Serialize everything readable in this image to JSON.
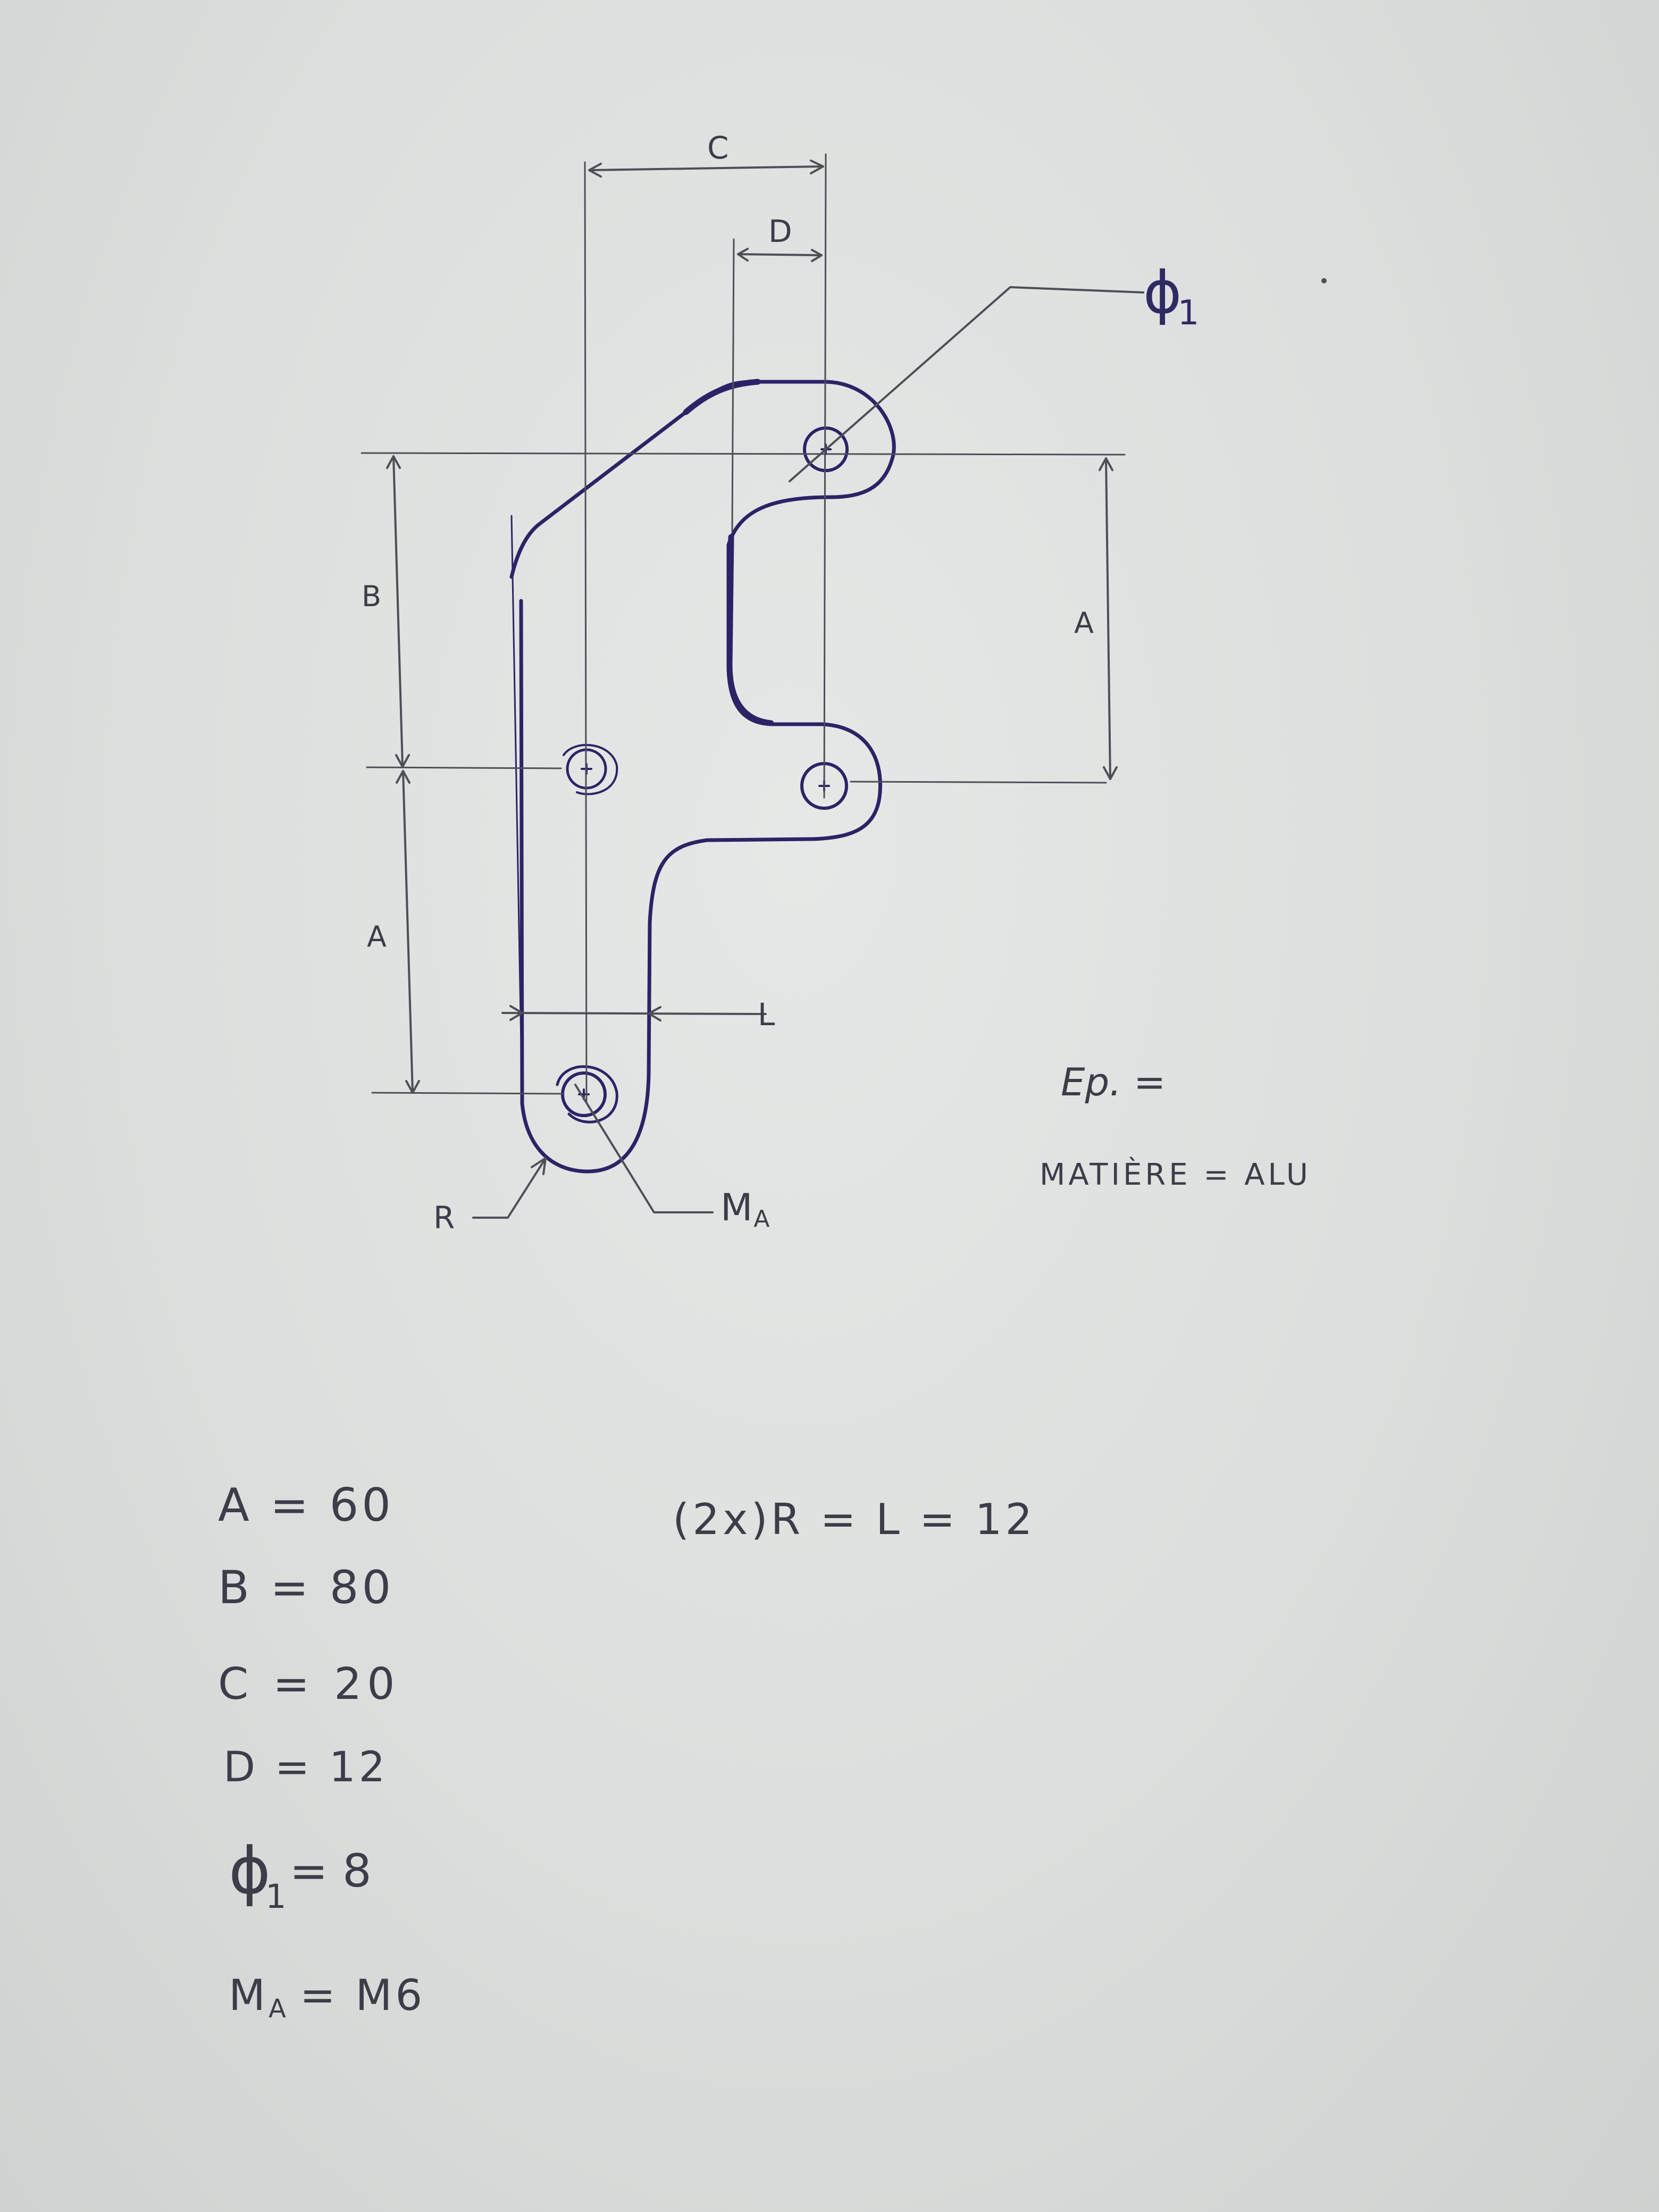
{
  "colors": {
    "paper": "#dcdedd",
    "ink": "#2a2466",
    "pencil": "#4d4f56"
  },
  "drawing": {
    "dim_c": "C",
    "dim_d": "D",
    "dim_b": "B",
    "dim_a_left": "A",
    "dim_a_right": "A",
    "dim_l": "L",
    "label_r": "R",
    "label_phi": "ϕ",
    "label_phi_sub": "1",
    "label_m": "M",
    "label_m_sub": "A",
    "ep": "Ep. =",
    "matiere": "MATIÈRE = ALU"
  },
  "values": {
    "a": "A = 60",
    "b": "B = 80",
    "c": "C = 20",
    "d": "D = 12",
    "phi_sym": "ϕ",
    "phi_sub": "1",
    "phi_val": "= 8",
    "m_sym": "M",
    "m_sub": "A",
    "m_val": "= M6",
    "r_l": "(2x)R = L = 12"
  }
}
